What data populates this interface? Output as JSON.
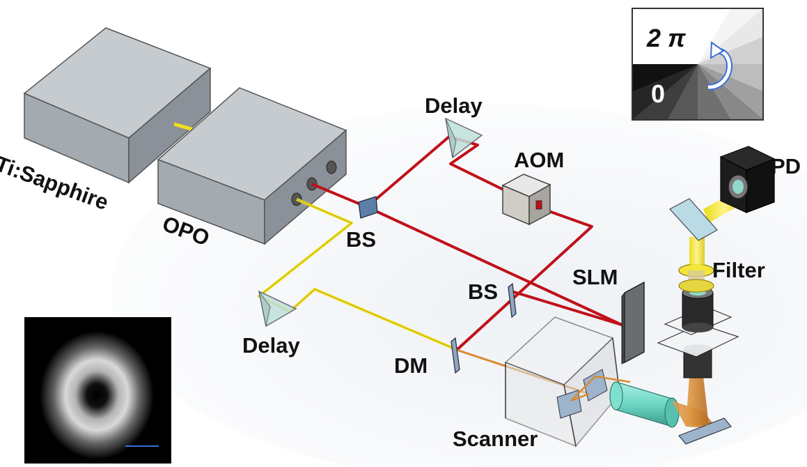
{
  "labels": {
    "ti_sapphire": "Ti:Sapphire",
    "opo": "OPO",
    "bs_top": "BS",
    "bs_mid": "BS",
    "delay_top": "Delay",
    "delay_bottom": "Delay",
    "aom": "AOM",
    "pd": "PD",
    "slm": "SLM",
    "filter": "Filter",
    "dm": "DM",
    "scanner": "Scanner"
  },
  "phase_inset": {
    "top_label": "2 π",
    "bottom_label": "0"
  },
  "colors": {
    "red_beam": "#c0101a",
    "yellow_beam": "#f0e020",
    "orange_beam": "#d98a30",
    "box_top": "#c9ced3",
    "box_side": "#a9b0b6",
    "box_front": "#8e959c",
    "scale_bar": "#3a6fd8"
  }
}
